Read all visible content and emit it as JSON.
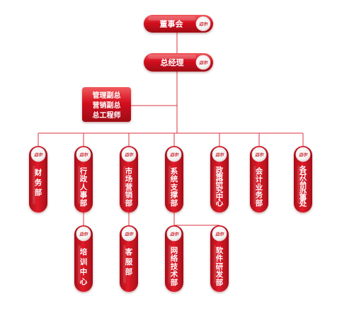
{
  "colors": {
    "node_dark": "#a50f1a",
    "node_main": "#d4101f",
    "node_light": "#f04b4f",
    "line": "#d9343e",
    "badge_text": "#c4121c"
  },
  "badge_text": "迈尔",
  "top": {
    "board": "董事会",
    "gm": "总经理"
  },
  "vice": [
    "管理副总",
    "营销副总",
    "总工程师"
  ],
  "departments": [
    {
      "label": "财务部"
    },
    {
      "label": "行政人事部"
    },
    {
      "label": "市场营销部"
    },
    {
      "label": "系统支撑部"
    },
    {
      "label": "政策研究中心"
    },
    {
      "label": "会计业务部"
    },
    {
      "label": "各分公司办事处"
    }
  ],
  "sub_departments": [
    {
      "label": "培训中心",
      "parent": 1
    },
    {
      "label": "客服部",
      "parent": 2
    },
    {
      "label": "网络技术部",
      "parent": 3
    },
    {
      "label": "软件研发部",
      "parent": 3
    }
  ]
}
